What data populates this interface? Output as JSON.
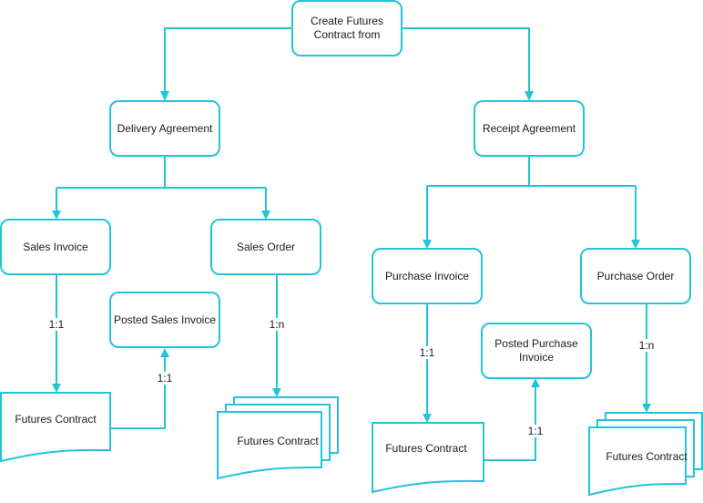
{
  "colors": {
    "accent": "#22c5d8",
    "text": "#1a1a1a",
    "background": "#ffffff"
  },
  "nodes": {
    "root": {
      "lines": [
        "Create Futures",
        "Contract from"
      ]
    },
    "delivery": {
      "lines": [
        "Delivery Agreement"
      ]
    },
    "receipt": {
      "lines": [
        "Receipt Agreement"
      ]
    },
    "sales_invoice": {
      "lines": [
        "Sales Invoice"
      ]
    },
    "sales_order": {
      "lines": [
        "Sales Order"
      ]
    },
    "posted_sales_invoice": {
      "lines": [
        "Posted Sales Invoice"
      ]
    },
    "purchase_invoice": {
      "lines": [
        "Purchase Invoice"
      ]
    },
    "purchase_order": {
      "lines": [
        "Purchase Order"
      ]
    },
    "posted_purchase_invoice": {
      "lines": [
        "Posted Purchase",
        "Invoice"
      ]
    },
    "fc_sales_invoice": {
      "lines": [
        "Futures Contract"
      ]
    },
    "fc_sales_order": {
      "lines": [
        "Futures Contract"
      ]
    },
    "fc_purchase_invoice": {
      "lines": [
        "Futures Contract"
      ]
    },
    "fc_purchase_order": {
      "lines": [
        "Futures Contract"
      ]
    }
  },
  "edges": {
    "si_fc": {
      "label": "1:1"
    },
    "fc_psi": {
      "label": "1:1"
    },
    "so_fc": {
      "label": "1:n"
    },
    "pi_fc": {
      "label": "1:1"
    },
    "fc_ppi": {
      "label": "1:1"
    },
    "po_fc": {
      "label": "1:n"
    }
  }
}
